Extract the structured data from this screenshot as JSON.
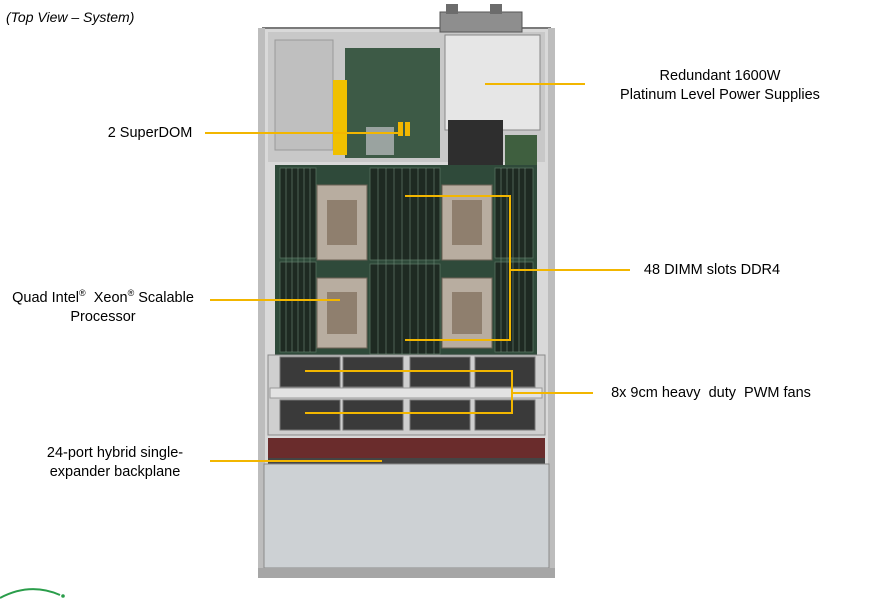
{
  "caption": "(Top View – System)",
  "callouts": {
    "psu": {
      "line1": "Redundant  1600W",
      "line2": "Platinum Level Power Supplies"
    },
    "superdom": {
      "text": "2 SuperDOM"
    },
    "dimm": {
      "text": "48 DIMM slots DDR4"
    },
    "cpu": {
      "line1_pre": "Quad Intel",
      "reg": "®",
      "line1_mid": "  Xeon",
      "line1_post": " Scalable",
      "line2": "Processor"
    },
    "fans": {
      "text": "8x 9cm heavy  duty  PWM fans"
    },
    "backplane": {
      "line1": "24-port hybrid single-",
      "line2": "expander backplane"
    }
  },
  "colors": {
    "leader": "#f2b600",
    "logo_arc": "#2a9d4a"
  }
}
